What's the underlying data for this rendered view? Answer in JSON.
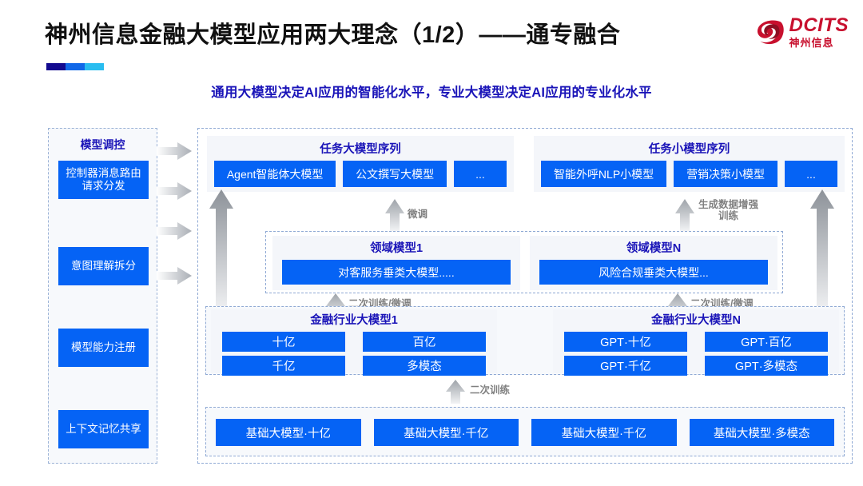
{
  "header": {
    "title": "神州信息金融大模型应用两大理念（1/2）——通专融合",
    "subtitle": "通用大模型决定AI应用的智能化水平，专业大模型决定AI应用的专业化水平",
    "accent_colors": [
      "#130a8f",
      "#1168e8",
      "#29bdf0"
    ],
    "logo": {
      "english": "DCITS",
      "chinese": "神州信息",
      "color": "#c8102e"
    }
  },
  "colors": {
    "chip_blue": "#0563f5",
    "heading_blue": "#1a14b8",
    "panel_grey": "#f4f6fa",
    "dashed_border": "#8fa9d4",
    "arrow_grey": "#b8bcc2"
  },
  "sidebar": {
    "title": "模型调控",
    "items": [
      {
        "label": "控制器消息路由请求分发"
      },
      {
        "label": "意图理解拆分"
      },
      {
        "label": "模型能力注册"
      },
      {
        "label": "上下文记忆共享"
      }
    ]
  },
  "task_layer": {
    "left": {
      "heading": "任务大模型序列",
      "chips": [
        "Agent智能体大模型",
        "公文撰写大模型",
        "..."
      ]
    },
    "right": {
      "heading": "任务小模型序列",
      "chips": [
        "智能外呼NLP小模型",
        "营销决策小模型",
        "..."
      ]
    }
  },
  "domain_layer": {
    "cells": [
      {
        "heading": "领域模型1",
        "chip": "对客服务垂类大模型....."
      },
      {
        "heading": "领域模型N",
        "chip": "风险合规垂类大模型..."
      }
    ]
  },
  "industry_layer": {
    "cells": [
      {
        "heading": "金融行业大模型1",
        "chips": [
          "十亿",
          "百亿",
          "千亿",
          "多模态"
        ]
      },
      {
        "heading": "金融行业大模型N",
        "chips": [
          "GPT·十亿",
          "GPT·百亿",
          "GPT·千亿",
          "GPT·多模态"
        ]
      }
    ]
  },
  "base_layer": {
    "chips": [
      "基础大模型·十亿",
      "基础大模型·千亿",
      "基础大模型·千亿",
      "基础大模型·多模态"
    ]
  },
  "arrow_labels": {
    "finetune_left": "微调",
    "data_aug_right": "生成数据增强\n训练",
    "retrain_finetune_left": "二次训练/微调",
    "retrain_finetune_right": "二次训练/微调",
    "retrain_bottom": "二次训练"
  }
}
